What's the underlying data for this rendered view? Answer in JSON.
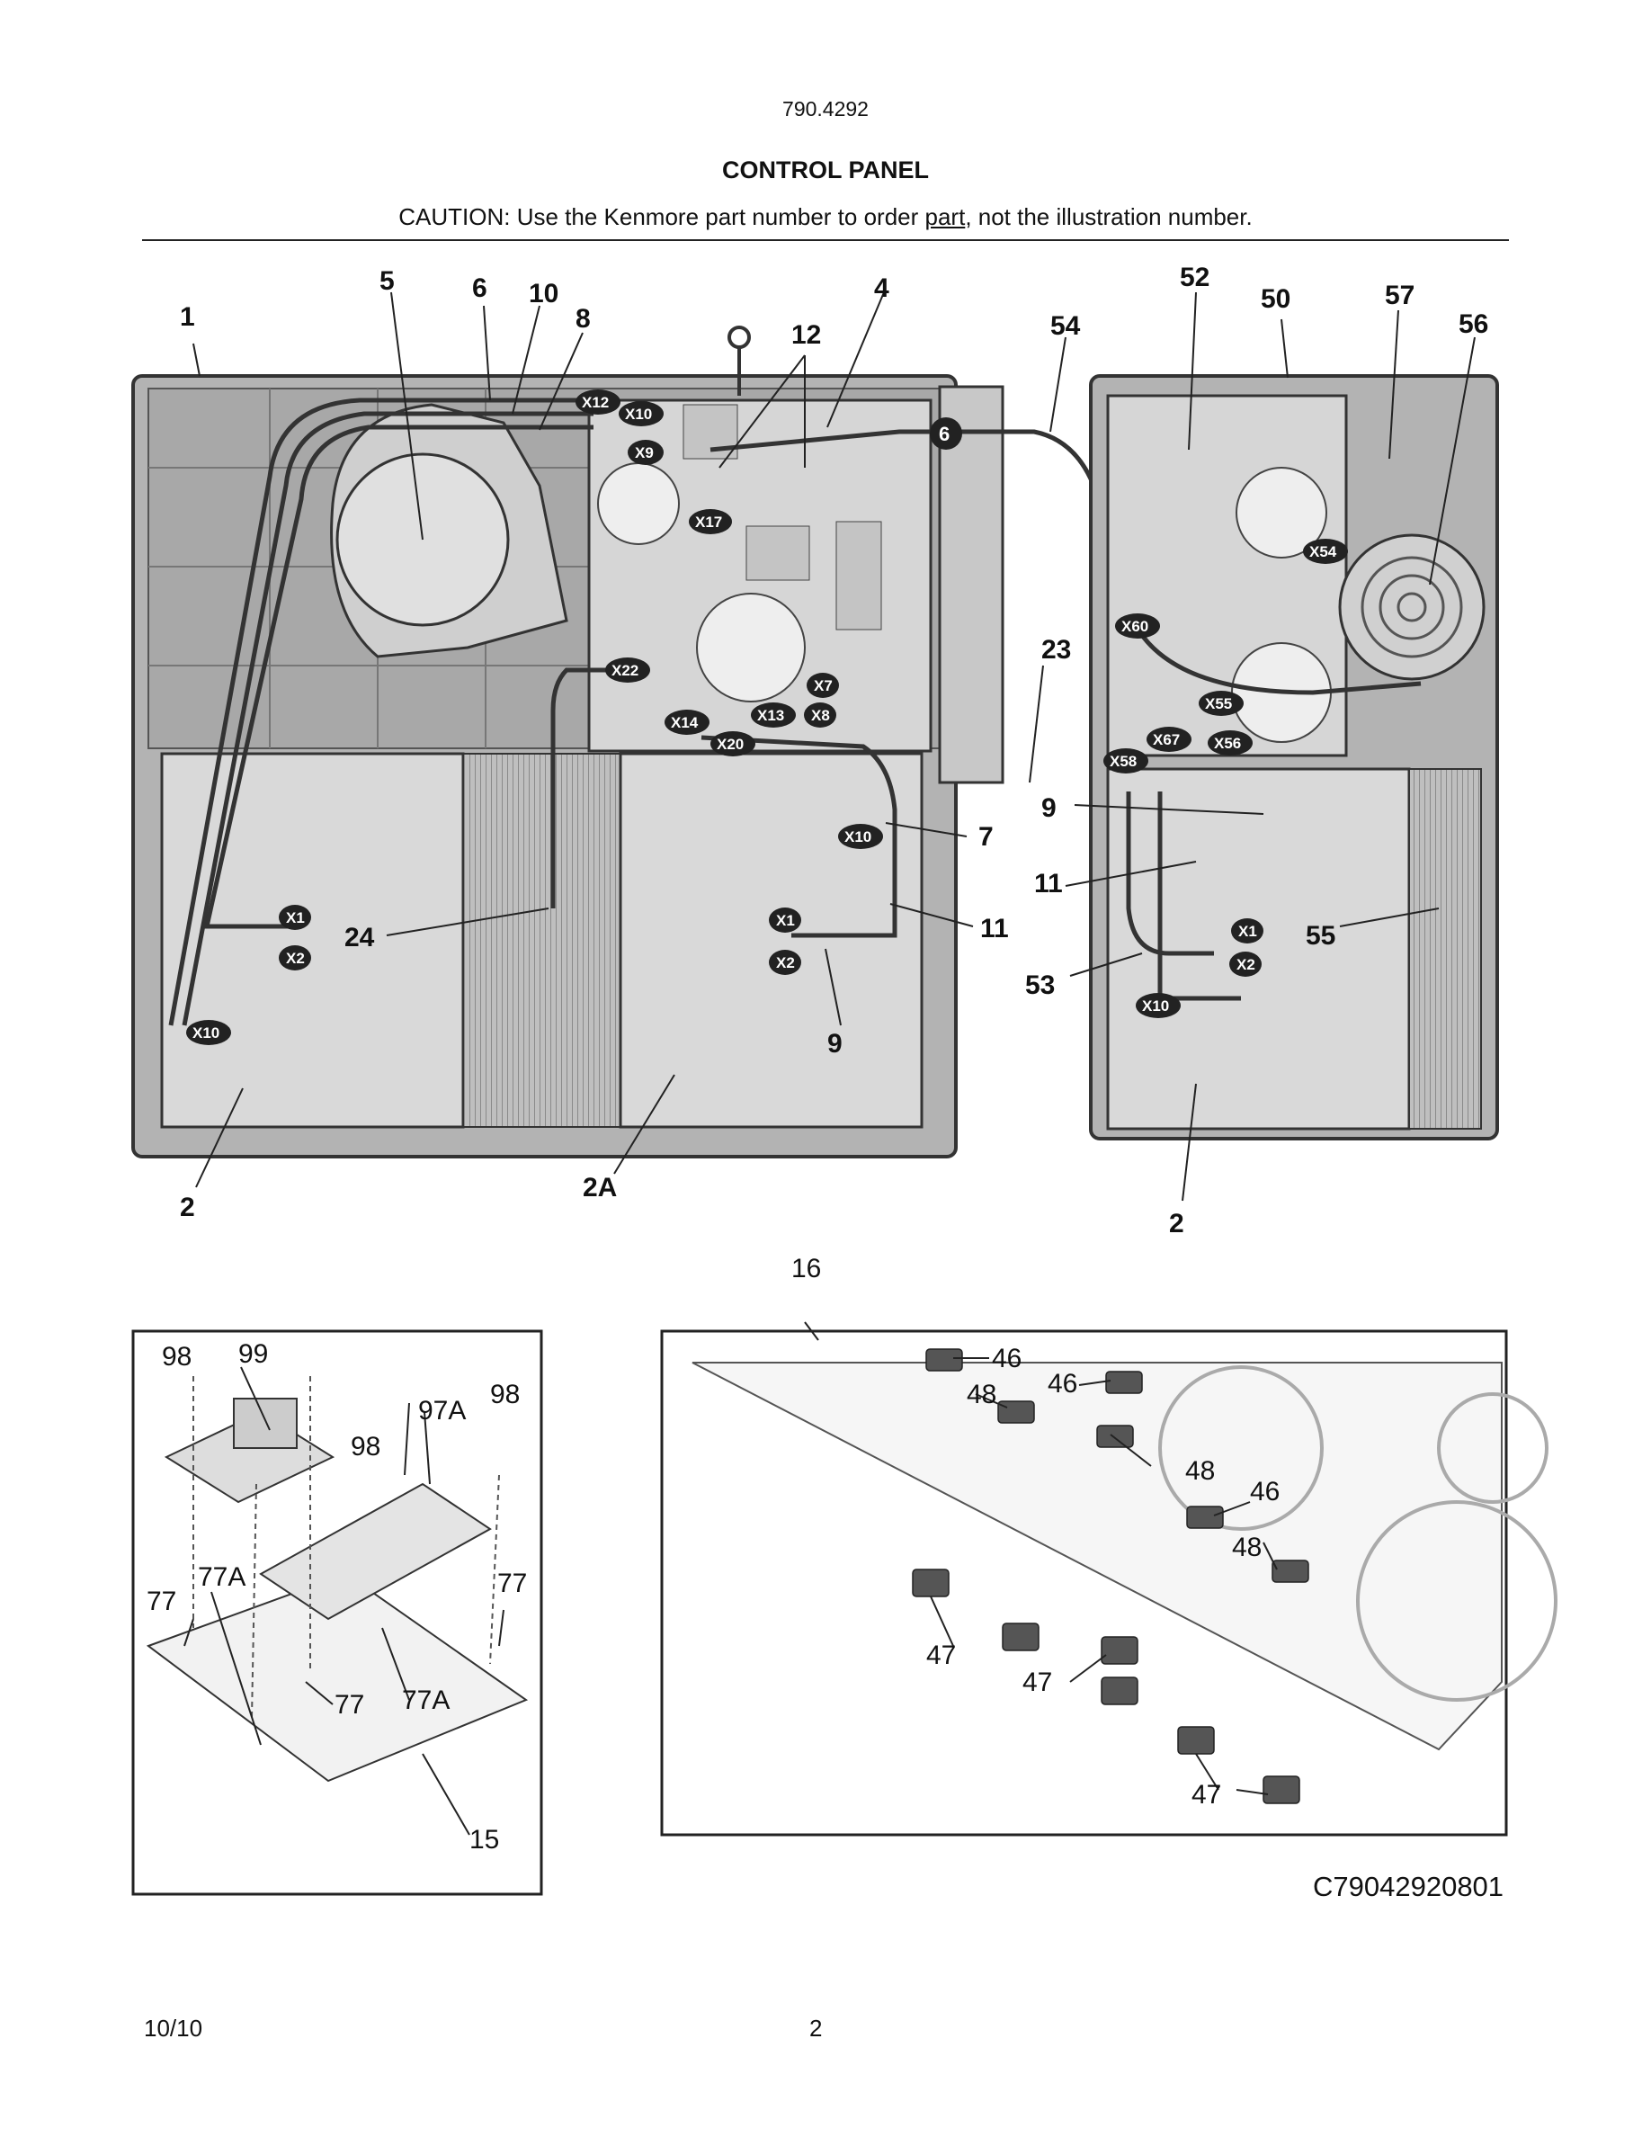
{
  "header": {
    "model": "790.4292",
    "title": "CONTROL PANEL",
    "caution_prefix": "CAUTION: Use the Kenmore part number to order ",
    "caution_link": "part",
    "caution_suffix": ", not the illustration number."
  },
  "callouts_top": [
    "1",
    "5",
    "6",
    "10",
    "8",
    "12",
    "4",
    "54",
    "52",
    "50",
    "57",
    "56",
    "23",
    "9",
    "7",
    "11",
    "24",
    "2",
    "2A",
    "53",
    "55"
  ],
  "connectors": [
    "X12",
    "X10",
    "X9",
    "X17",
    "6",
    "X22",
    "X7",
    "X14",
    "X13",
    "X8",
    "X20",
    "X1",
    "X2",
    "X54",
    "X60",
    "X55",
    "X67",
    "X56",
    "X58"
  ],
  "callouts_bottom_left": [
    "98",
    "99",
    "97A",
    "77A",
    "77",
    "15"
  ],
  "callouts_bottom_right": [
    "16",
    "46",
    "48",
    "47"
  ],
  "figure_code": "C79042920801",
  "footer": {
    "date": "10/10",
    "page": "2"
  }
}
